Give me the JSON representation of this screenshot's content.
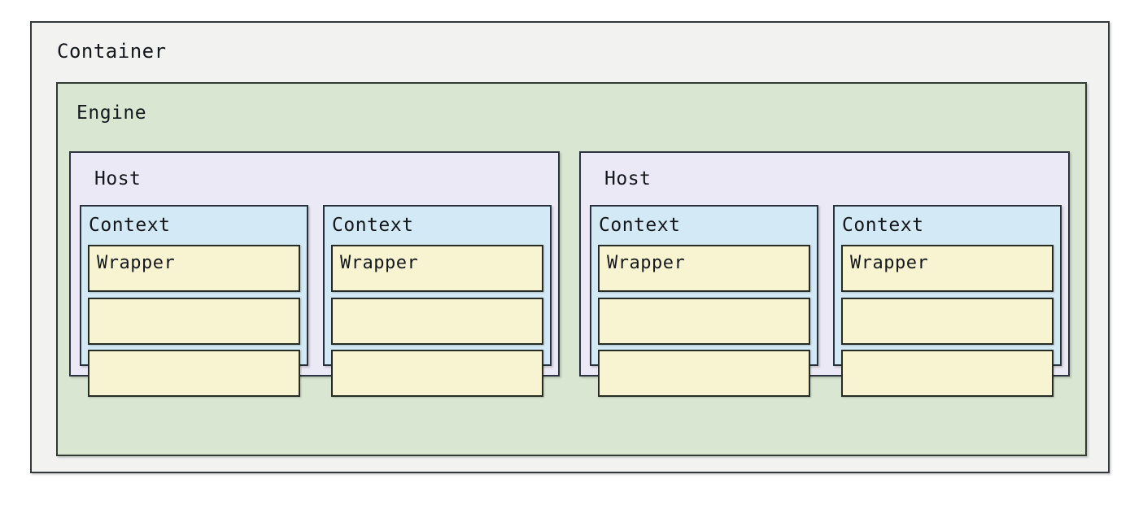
{
  "diagram": {
    "type": "nested-containment",
    "title": "Container",
    "colors": {
      "page_background": "#ffffff",
      "container_fill": "#f2f2f1",
      "engine_fill": "#d9e7d2",
      "host_fill": "#ece9f6",
      "context_fill": "#d3eaf6",
      "wrapper_fill": "#f8f4d2",
      "border": "#2b332e",
      "text": "#14181c"
    },
    "container": {
      "label": "Container",
      "engine": {
        "label": "Engine",
        "hosts": [
          {
            "label": "Host",
            "contexts": [
              {
                "label": "Context",
                "wrappers": [
                  {
                    "label": "Wrapper"
                  },
                  {
                    "label": ""
                  },
                  {
                    "label": ""
                  }
                ]
              },
              {
                "label": "Context",
                "wrappers": [
                  {
                    "label": "Wrapper"
                  },
                  {
                    "label": ""
                  },
                  {
                    "label": ""
                  }
                ]
              }
            ]
          },
          {
            "label": "Host",
            "contexts": [
              {
                "label": "Context",
                "wrappers": [
                  {
                    "label": "Wrapper"
                  },
                  {
                    "label": ""
                  },
                  {
                    "label": ""
                  }
                ]
              },
              {
                "label": "Context",
                "wrappers": [
                  {
                    "label": "Wrapper"
                  },
                  {
                    "label": ""
                  },
                  {
                    "label": ""
                  }
                ]
              }
            ]
          }
        ]
      }
    }
  }
}
